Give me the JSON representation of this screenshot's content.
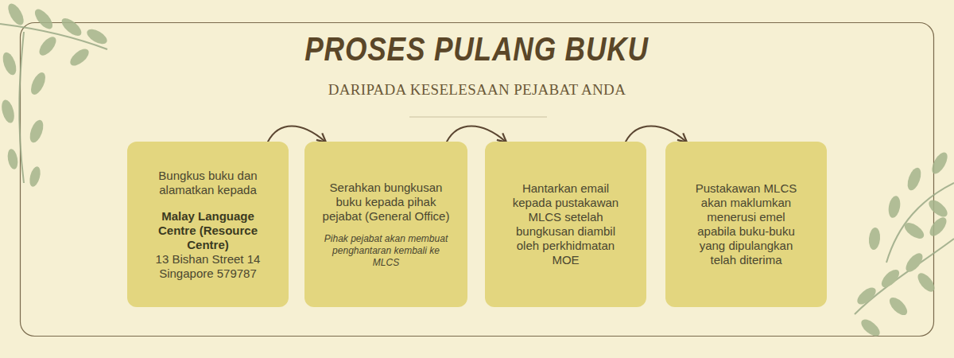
{
  "diagram": {
    "title": "PROSES PULANG BUKU",
    "nodes": [
      {
        "text": [
          "Bungkus buku dan alamatkan kepada",
          "Malay Language Centre (Resource Centre)",
          "13 Bishan Street 14 Singapore 579787"
        ]
      },
      {
        "text": [
          "Serahkan bungkusan buku kepada pihak pejabat (General Office)",
          "Pihak pejabat akan membuat penghantaran kembali ke MLCS"
        ]
      },
      {
        "text": [
          "Hantarkan email kepada pustakawan MLCS setelah bungkusan diambil oleh perkhidmatan MOE"
        ]
      },
      {
        "text": [
          "Pustakawan MLCS akan maklumkan menerusi emel apabila buku-buku yang dipulangkan telah diterima"
        ]
      }
    ],
    "edges": [
      {
        "from": 0,
        "to": 1,
        "arrow": "to"
      },
      {
        "from": 1,
        "to": 2,
        "arrow": "to"
      },
      {
        "from": 2,
        "to": 3,
        "arrow": "to"
      }
    ],
    "labels": [
      "DARIPADA KESELESAAN PEJABAT ANDA"
    ]
  }
}
